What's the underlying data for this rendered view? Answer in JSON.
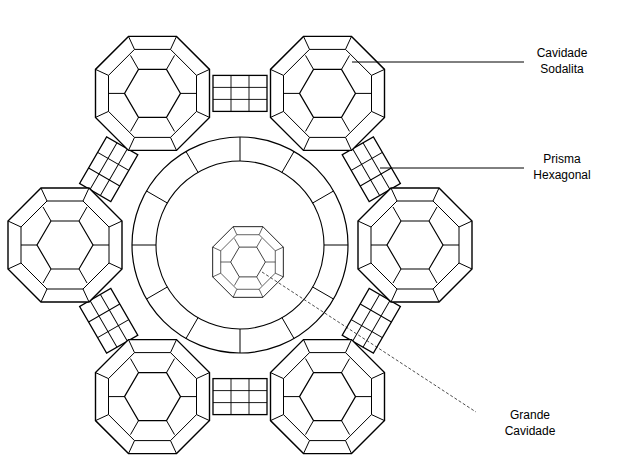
{
  "diagram": {
    "labels": [
      "Cavidade Sodalita",
      "Prisma Hexagonal",
      "Grande Cavidade"
    ]
  }
}
